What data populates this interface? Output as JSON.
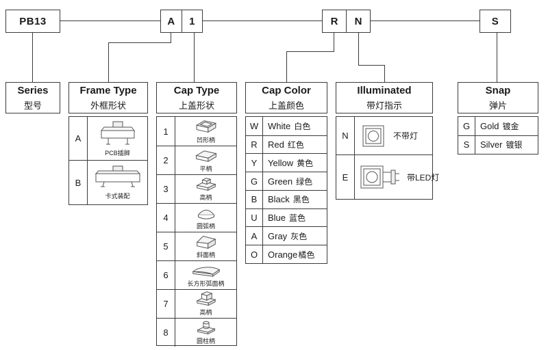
{
  "top_codes": {
    "series": "PB13",
    "frame": "A",
    "cap": "1",
    "color": "R",
    "illum": "N",
    "snap": "S"
  },
  "series": {
    "title": "Series",
    "subtitle": "型号"
  },
  "frame": {
    "title": "Frame Type",
    "subtitle": "外框形状",
    "rows": [
      {
        "code": "A",
        "label": "PCB插脚"
      },
      {
        "code": "B",
        "label": "卡式装配"
      }
    ]
  },
  "cap": {
    "title": "Cap Type",
    "subtitle": "上盖形状",
    "rows": [
      {
        "code": "1",
        "label": "凹形柄"
      },
      {
        "code": "2",
        "label": "平柄"
      },
      {
        "code": "3",
        "label": "高柄"
      },
      {
        "code": "4",
        "label": "圆弧柄"
      },
      {
        "code": "5",
        "label": "斜面柄"
      },
      {
        "code": "6",
        "label": "长方形弧面柄"
      },
      {
        "code": "7",
        "label": "高柄"
      },
      {
        "code": "8",
        "label": "圆柱柄"
      }
    ]
  },
  "color": {
    "title": "Cap Color",
    "subtitle": "上盖颜色",
    "rows": [
      {
        "code": "W",
        "en": "White",
        "zh": "白色"
      },
      {
        "code": "R",
        "en": "Red",
        "zh": "红色"
      },
      {
        "code": "Y",
        "en": "Yellow",
        "zh": "黄色"
      },
      {
        "code": "G",
        "en": "Green",
        "zh": "绿色"
      },
      {
        "code": "B",
        "en": "Black",
        "zh": "黑色"
      },
      {
        "code": "U",
        "en": "Blue",
        "zh": "蓝色"
      },
      {
        "code": "A",
        "en": "Gray",
        "zh": "灰色"
      },
      {
        "code": "O",
        "en": "Orange",
        "zh": "橘色"
      }
    ]
  },
  "illum": {
    "title": "Illuminated",
    "subtitle": "带灯指示",
    "rows": [
      {
        "code": "N",
        "label": "不带灯"
      },
      {
        "code": "E",
        "label": "带LED灯"
      }
    ]
  },
  "snap": {
    "title": "Snap",
    "subtitle": "弹片",
    "rows": [
      {
        "code": "G",
        "en": "Gold",
        "zh": "镀金"
      },
      {
        "code": "S",
        "en": "Silver",
        "zh": "镀银"
      }
    ]
  }
}
